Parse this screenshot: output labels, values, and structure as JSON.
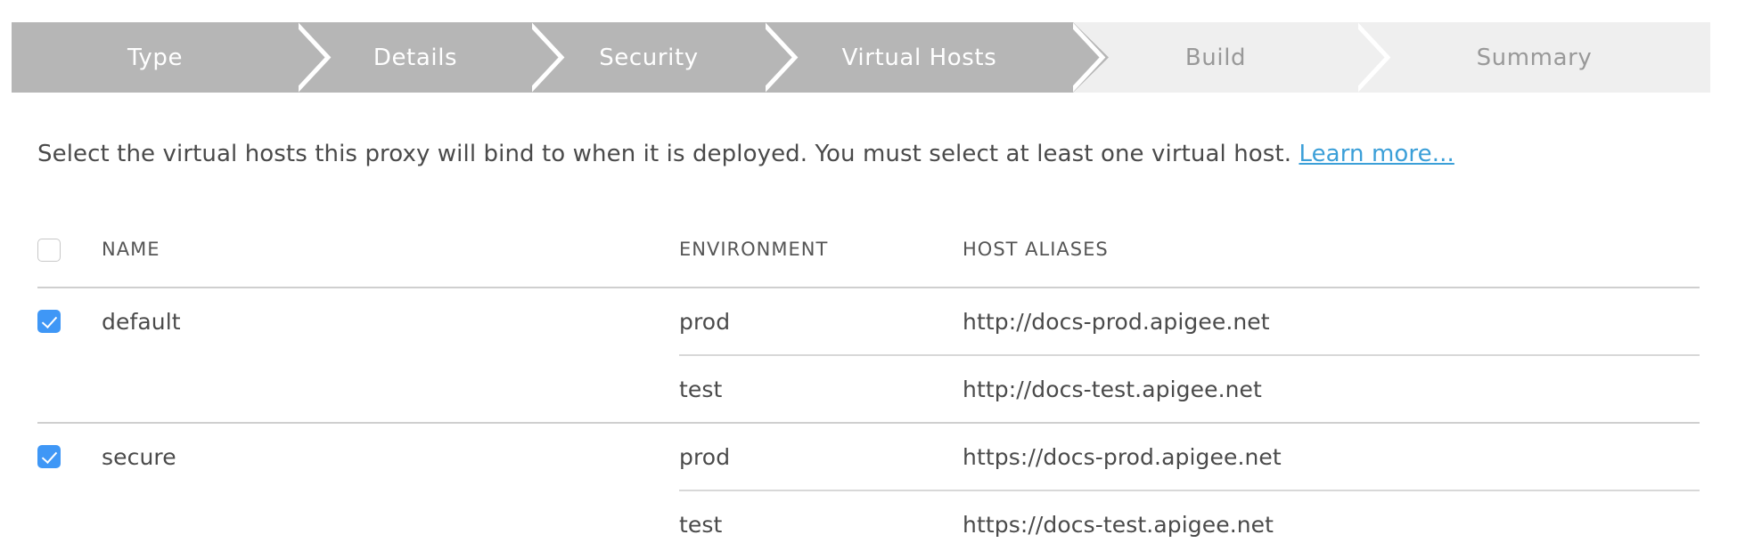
{
  "wizard": {
    "steps": [
      {
        "label": "Type",
        "state": "active"
      },
      {
        "label": "Details",
        "state": "active"
      },
      {
        "label": "Security",
        "state": "active"
      },
      {
        "label": "Virtual Hosts",
        "state": "active"
      },
      {
        "label": "Build",
        "state": "inactive"
      },
      {
        "label": "Summary",
        "state": "inactive"
      }
    ],
    "active_color": "#b6b6b6",
    "inactive_color": "#efefef",
    "active_text_color": "#ffffff",
    "inactive_text_color": "#999999"
  },
  "description": {
    "text": "Select the virtual hosts this proxy will bind to when it is deployed. You must select at least one virtual host. ",
    "link_label": "Learn more...",
    "link_color": "#3b9fd8"
  },
  "table": {
    "headers": {
      "name": "NAME",
      "environment": "ENVIRONMENT",
      "host_aliases": "HOST ALIASES"
    },
    "select_all_checked": false,
    "accent_color": "#3f97f6",
    "groups": [
      {
        "name": "default",
        "checked": true,
        "rows": [
          {
            "environment": "prod",
            "host_alias": "http://docs-prod.apigee.net"
          },
          {
            "environment": "test",
            "host_alias": "http://docs-test.apigee.net"
          }
        ]
      },
      {
        "name": "secure",
        "checked": true,
        "rows": [
          {
            "environment": "prod",
            "host_alias": "https://docs-prod.apigee.net"
          },
          {
            "environment": "test",
            "host_alias": "https://docs-test.apigee.net"
          }
        ]
      }
    ]
  }
}
